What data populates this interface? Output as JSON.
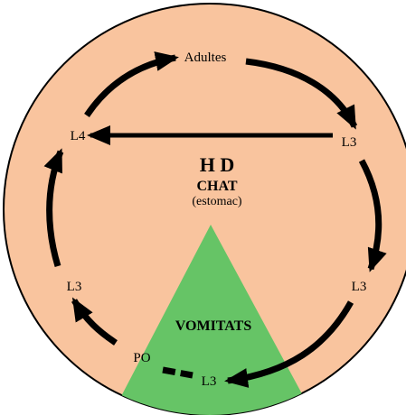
{
  "colors": {
    "host_fill": "#f9c49e",
    "host_stroke": "#000000",
    "environment_fill": "#66c466",
    "arrow": "#000000"
  },
  "host": {
    "title": "H D",
    "species": "CHAT",
    "organ": "(estomac)"
  },
  "environment": {
    "label": "VOMITATS"
  },
  "nodes": {
    "adults": "Adultes",
    "l3_upper_right": "L3",
    "l3_lower_right": "L3",
    "l3_bottom": "L3",
    "po": "PO",
    "l3_left": "L3",
    "l4": "L4"
  }
}
